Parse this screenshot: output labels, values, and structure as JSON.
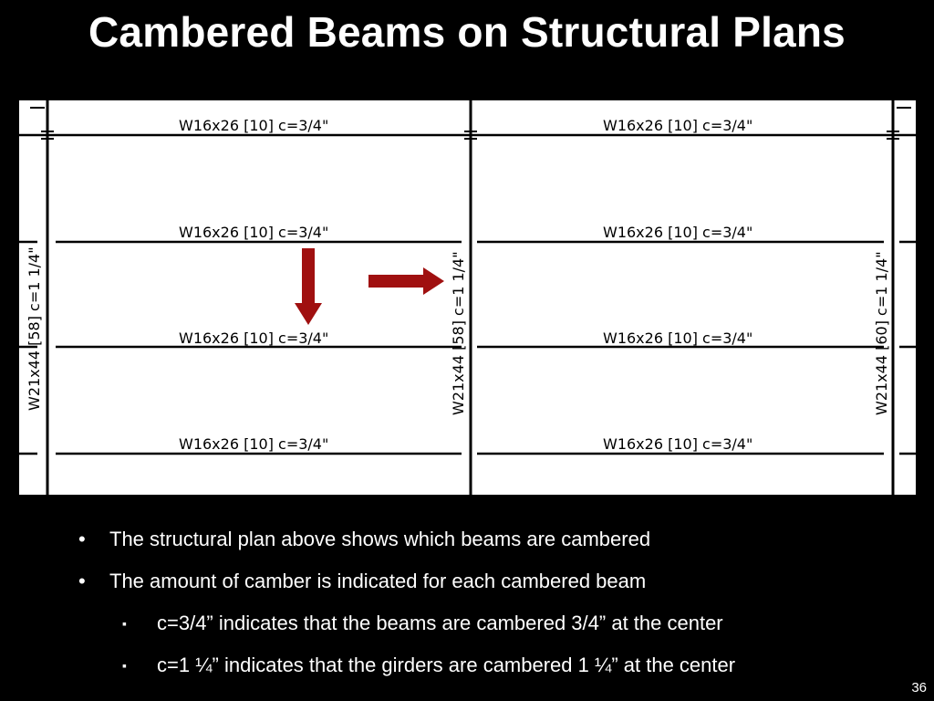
{
  "slide": {
    "title": "Cambered Beams on Structural Plans",
    "page_number": "36"
  },
  "plan": {
    "beam_label": "W16x26 [10] c=3/4\"",
    "column_left": "W21x44 [58] c=1 1/4\"",
    "column_mid": "W21x44 [58] c=1 1/4\"",
    "column_right": "W21x44 [60] c=1 1/4\"",
    "arrow_color": "#a01010"
  },
  "bullets": [
    {
      "text": "The structural plan above shows which beams are cambered",
      "marker": "•"
    },
    {
      "text": "The amount of camber is indicated for each cambered beam",
      "marker": "•"
    },
    {
      "text": "c=3/4” indicates that the beams are cambered 3/4” at the center",
      "marker": "▪"
    },
    {
      "text": "c=1 ¼” indicates that the girders are cambered 1 ¼” at the center",
      "marker": "▪"
    }
  ]
}
